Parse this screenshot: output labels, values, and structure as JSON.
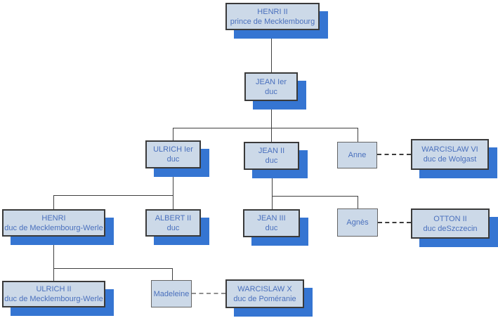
{
  "colors": {
    "node_fill": "#ccd9e8",
    "node_shadow": "#3575d2",
    "node_text": "#4a70bd",
    "node_border": "#3a3a3a",
    "spouse_border": "#646464",
    "connector_line": "#404040"
  },
  "nodes": {
    "henri2": {
      "name": "HENRI II",
      "title": "prince de Mecklembourg"
    },
    "jean1": {
      "name": "JEAN Ier",
      "title": "duc"
    },
    "ulrich1": {
      "name": "ULRICH Ier",
      "title": "duc"
    },
    "jean2": {
      "name": "JEAN II",
      "title": "duc"
    },
    "anne": {
      "name": "Anne"
    },
    "warcislaw6": {
      "name": "WARCISLAW VI",
      "title": "duc de Wolgast"
    },
    "henri": {
      "name": "HENRI",
      "title": "duc de Mecklembourg-Werle"
    },
    "albert2": {
      "name": "ALBERT II",
      "title": "duc"
    },
    "jean3": {
      "name": "JEAN III",
      "title": "duc"
    },
    "agnes": {
      "name": "Agnès"
    },
    "otton2": {
      "name": "OTTON II",
      "title": "duc deSzczecin"
    },
    "ulrich2": {
      "name": "ULRICH II",
      "title": "duc de Mecklembourg-Werle"
    },
    "madeleine": {
      "name": "Madeleine"
    },
    "warcislaw10": {
      "name": "WARCISLAW X",
      "title": "duc de Poméranie"
    }
  },
  "relations": {
    "parent_child": [
      [
        "HENRI II",
        "JEAN Ier"
      ],
      [
        "JEAN Ier",
        "ULRICH Ier"
      ],
      [
        "JEAN Ier",
        "JEAN II"
      ],
      [
        "JEAN Ier",
        "Anne"
      ],
      [
        "ULRICH Ier",
        "HENRI"
      ],
      [
        "ULRICH Ier",
        "ALBERT II"
      ],
      [
        "JEAN II",
        "JEAN III"
      ],
      [
        "JEAN II",
        "Agnès"
      ],
      [
        "HENRI",
        "ULRICH II"
      ],
      [
        "HENRI",
        "Madeleine"
      ]
    ],
    "marriages": [
      [
        "Anne",
        "WARCISLAW VI"
      ],
      [
        "Agnès",
        "OTTON II"
      ],
      [
        "Madeleine",
        "WARCISLAW X"
      ]
    ]
  }
}
